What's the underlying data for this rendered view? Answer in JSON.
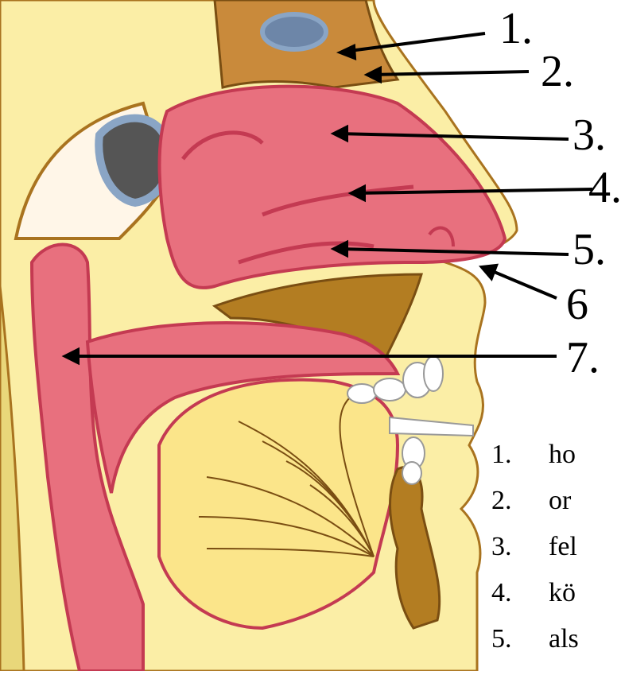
{
  "callouts": [
    {
      "label": "1."
    },
    {
      "label": "2."
    },
    {
      "label": "3."
    },
    {
      "label": "4."
    },
    {
      "label": "5."
    },
    {
      "label": "6"
    },
    {
      "label": "7."
    }
  ],
  "legend": [
    {
      "num": "1.",
      "text": "ho"
    },
    {
      "num": "2.",
      "text": "or"
    },
    {
      "num": "3.",
      "text": "fel"
    },
    {
      "num": "4.",
      "text": "kö"
    },
    {
      "num": "5.",
      "text": "als"
    }
  ],
  "colors": {
    "tissue_pink": "#e8707e",
    "tissue_dark_pink": "#c43a52",
    "skin_yellow": "#fbeea6",
    "bone_brown": "#a9731f",
    "sinus_blue": "#8aa5c5",
    "teeth_white": "#ffffff"
  }
}
